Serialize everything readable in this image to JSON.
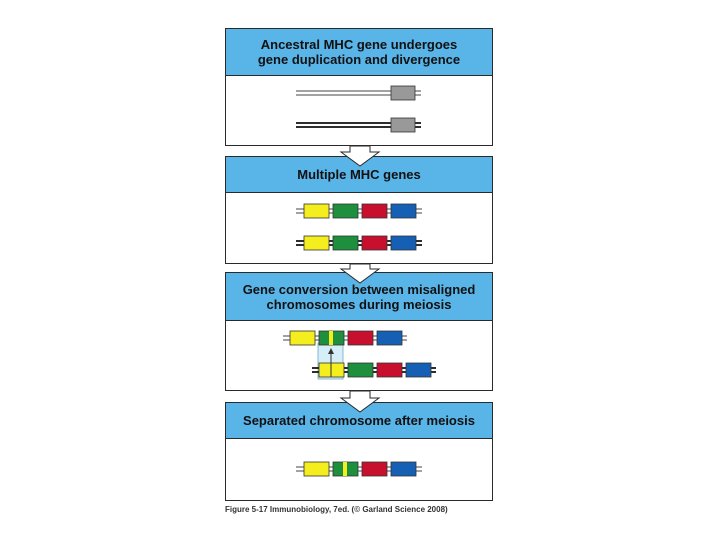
{
  "steps": [
    {
      "title": "Ancestral MHC gene undergoes\ngene duplication and divergence"
    },
    {
      "title": "Multiple MHC genes"
    },
    {
      "title": "Gene conversion between misaligned\nchromosomes during meiosis"
    },
    {
      "title": "Separated chromosome after meiosis"
    }
  ],
  "caption": "Figure 5-17 Immunobiology, 7ed. (© Garland Science 2008)",
  "colors": {
    "header": "#59b4e8",
    "gene_yellow": "#f5ee1e",
    "gene_green": "#1e8f3c",
    "gene_red": "#c8102e",
    "gene_blue": "#1560b4",
    "gene_gray": "#999999",
    "conversion_highlight": "#d6eef8"
  },
  "genes": {
    "ancestral": [
      "gray"
    ],
    "multiple": [
      "yellow",
      "green",
      "red",
      "blue"
    ]
  }
}
